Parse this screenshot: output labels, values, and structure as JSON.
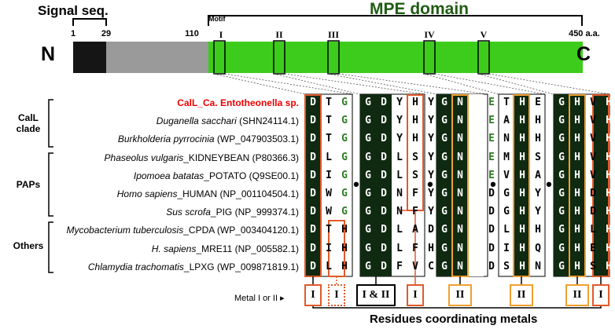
{
  "header": {
    "signal": "Signal seq.",
    "domain": "MPE domain",
    "motif": "Motif",
    "n_term": "N",
    "c_term": "C",
    "positions": [
      "1",
      "29",
      "110",
      "450 a.a."
    ],
    "motifs": [
      "I",
      "II",
      "III",
      "IV",
      "V"
    ]
  },
  "clades": [
    {
      "name": "CalL\nclade"
    },
    {
      "name": "PAPs"
    },
    {
      "name": "Others"
    }
  ],
  "species": [
    {
      "italic": "CalL_Ca. Entotheonella sp.",
      "rest": "",
      "highlight": true
    },
    {
      "italic": "Duganella sacchari",
      "rest": " (SHN24114.1)"
    },
    {
      "italic": "Burkholderia pyrrocinia",
      "rest": " (WP_047903503.1)"
    },
    {
      "italic": "Phaseolus vulgaris",
      "rest": "_KIDNEYBEAN (P80366.3)"
    },
    {
      "italic": "Ipomoea batatas",
      "rest": "_POTATO (Q9SE00.1)"
    },
    {
      "italic": "Homo sapiens",
      "rest": "_HUMAN (NP_001104504.1)"
    },
    {
      "italic": "Sus scrofa",
      "rest": "_PIG (NP_999374.1)"
    },
    {
      "italic": "Mycobacterium tuberculosis",
      "rest": "_CPDA (WP_003404120.1)"
    },
    {
      "italic": "H. sapiens",
      "rest": "_MRE11 (NP_005582.1)"
    },
    {
      "italic": "Chlamydia trachomatis",
      "rest": "_LPXG (WP_009871819.1)"
    }
  ],
  "alignment": [
    [
      "DTG",
      "GDYHY",
      "GNHE",
      "THE",
      "GHVH"
    ],
    [
      "DTG",
      "GDYHY",
      "GNHE",
      "AHH",
      "GHVH"
    ],
    [
      "DTG",
      "GDYHY",
      "GNHE",
      "NHH",
      "GHVH"
    ],
    [
      "DLG",
      "GDLSY",
      "GNHE",
      "MHS",
      "GHVH"
    ],
    [
      "DIG",
      "GDLSY",
      "GNHE",
      "VHA",
      "GHVH"
    ],
    [
      "DWG",
      "GDNFY",
      "GNHD",
      "GHY",
      "GHDH"
    ],
    [
      "DWG",
      "GDNFY",
      "GNHD",
      "GHY",
      "GHDH"
    ],
    [
      "DTH",
      "GDLAD",
      "GNHD",
      "LHH",
      "GHLH"
    ],
    [
      "DIH",
      "GDLFH",
      "GNHD",
      "IHQ",
      "GHEH"
    ],
    [
      "DLH",
      "GDFVC",
      "GNHD",
      "SHN",
      "GHSH"
    ]
  ],
  "metal_label": "Metal I or II ▸",
  "metal_boxes": [
    "I",
    "I",
    "I & II",
    "I",
    "II",
    "II",
    "II",
    "I"
  ],
  "footer": "Residues coordinating metals",
  "colors": {
    "domain_green": "#3dcc1c",
    "signal_black": "#151515",
    "linker_gray": "#9a9a9a",
    "metal_red": "#e05a2b",
    "metal_orange": "#f0a030"
  }
}
